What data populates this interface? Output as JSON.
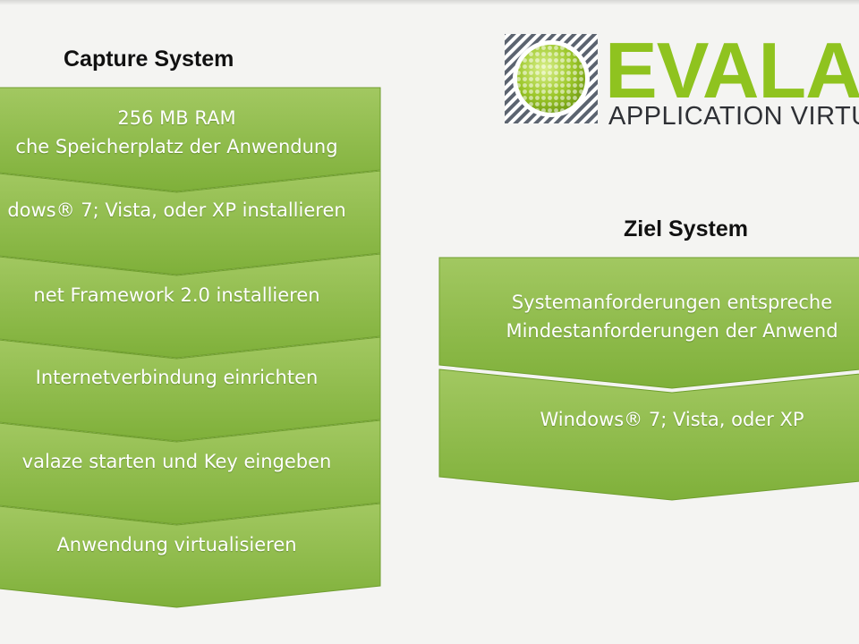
{
  "logo": {
    "wordmark": "EVALA",
    "tagline": "APPLICATION VIRTUA",
    "accent_color": "#8fc31f"
  },
  "capture_system": {
    "title": "Capture System",
    "steps": [
      {
        "lines": [
          "256 MB RAM",
          "che Speicherplatz der Anwendung"
        ]
      },
      {
        "lines": [
          "dows® 7; Vista, oder XP installieren"
        ]
      },
      {
        "lines": [
          "net Framework 2.0 installieren"
        ]
      },
      {
        "lines": [
          "Internetverbindung einrichten"
        ]
      },
      {
        "lines": [
          "valaze starten und Key eingeben"
        ]
      },
      {
        "lines": [
          "Anwendung virtualisieren"
        ]
      }
    ]
  },
  "ziel_system": {
    "title": "Ziel System",
    "steps": [
      {
        "lines": [
          "Systemanforderungen entspreche",
          "Mindestanforderungen der Anwend"
        ]
      },
      {
        "lines": [
          "Windows® 7; Vista, oder XP"
        ]
      }
    ]
  },
  "colors": {
    "chevron_top": "#a2c861",
    "chevron_bottom": "#7fb03a",
    "chevron_edge": "#6f9e2e",
    "text": "#ffffff"
  }
}
